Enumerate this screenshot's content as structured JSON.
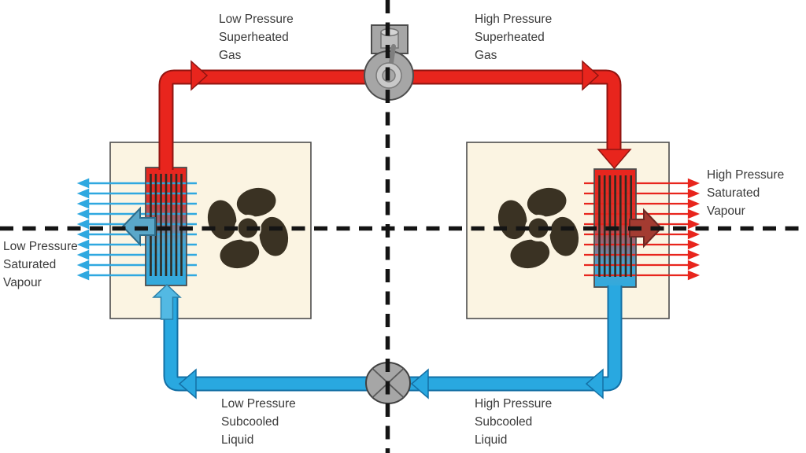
{
  "diagram": {
    "type": "refrigeration-cycle",
    "labels": {
      "low_pressure_superheated_gas": "Low Pressure\nSuperheated\nGas",
      "high_pressure_superheated_gas": "High Pressure\nSuperheated\nGas",
      "high_pressure_saturated_vapour": "High Pressure\nSaturated\nVapour",
      "low_pressure_saturated_vapour": "Low Pressure\nSaturated\nVapour",
      "low_pressure_subcooled_liquid": "Low Pressure\nSubcooled\nLiquid",
      "high_pressure_subcooled_liquid": "High Pressure\nSubcooled\nLiquid"
    },
    "components": {
      "compressor": "compressor",
      "expansion_valve": "expansion valve",
      "left_unit": "evaporator coil with fan",
      "right_unit": "condenser coil with fan"
    },
    "airflow": {
      "left_blue_lines": 10,
      "right_red_lines": 10
    },
    "colors": {
      "hot_pipe": "#e8251d",
      "hot_pipe_outline": "#8f1511",
      "cold_pipe": "#29a8e0",
      "cold_pipe_outline": "#1470a5",
      "box_fill": "#fbf4e2",
      "box_border": "#4d4d4d",
      "fan": "#3a3223",
      "component_gray": "#a6a6a6",
      "big_arrow_left": "#5aa7c9",
      "big_arrow_right": "#a33b31",
      "dashed_axis": "#141414",
      "text": "#3a3a3a"
    }
  }
}
